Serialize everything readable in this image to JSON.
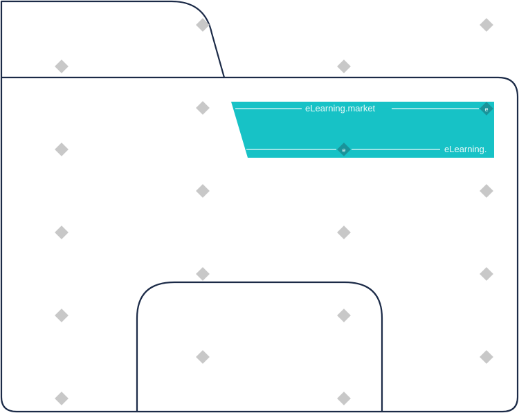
{
  "illustration": {
    "icon": "folder-icon",
    "stroke_color": "#1b2a47",
    "label_color": "#17c2c6",
    "background_color": "#ffffff"
  },
  "watermark": {
    "text": "eLearning.market",
    "text_short": "eLearning.",
    "badge_letter": "e",
    "diamond_color": "#c8c8c8",
    "text_color": "#ffffff"
  }
}
